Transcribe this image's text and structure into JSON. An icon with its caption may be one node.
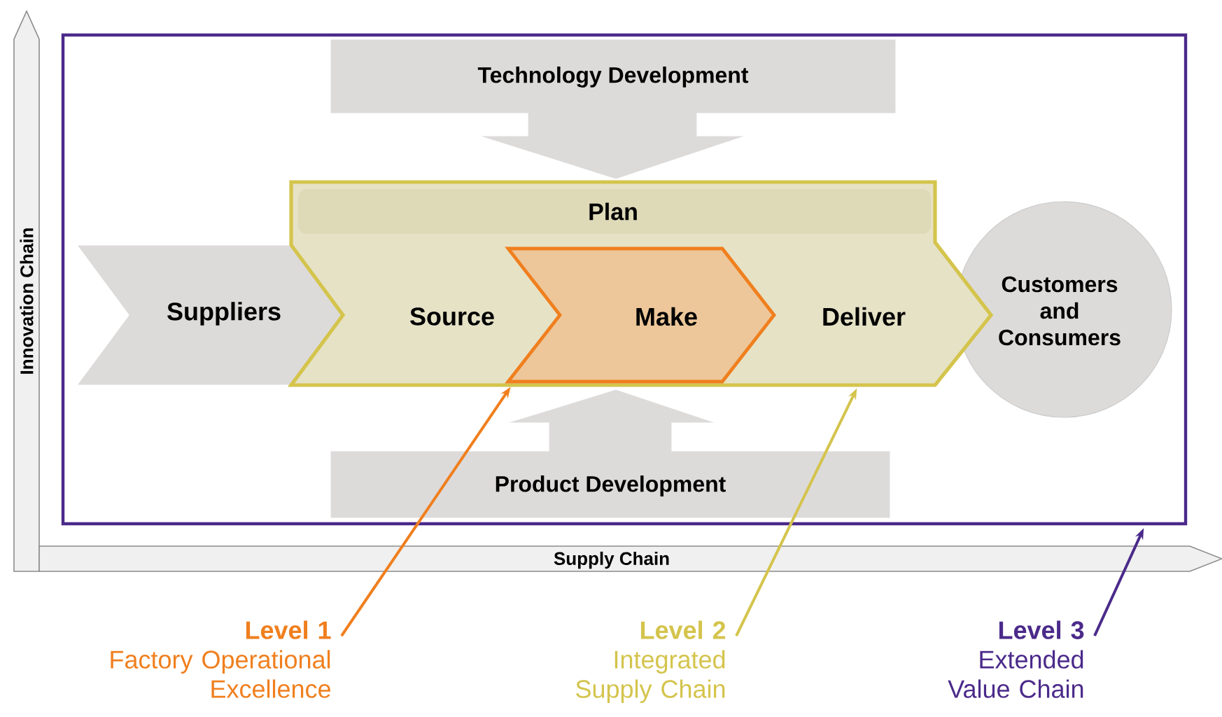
{
  "diagram": {
    "nodes": [
      {
        "text": [],
        "shape": "box"
      },
      {
        "text": [
          "Technology Development"
        ],
        "in": 0
      },
      {
        "text": [],
        "shape": "box",
        "in": 0
      },
      {
        "text": [
          "Plan"
        ],
        "in": 2
      },
      {
        "text": [
          "Suppliers"
        ],
        "in": 0
      },
      {
        "text": [
          "Source"
        ],
        "in": 2
      },
      {
        "text": [
          "Make"
        ],
        "in": 2
      },
      {
        "text": [
          "Deliver"
        ],
        "in": 2
      },
      {
        "text": [
          "Customers and Consumers"
        ],
        "in": 0
      },
      {
        "text": [
          "Product Development"
        ],
        "in": 0
      },
      {
        "text": [
          "Level 1",
          "Factory Operational Excellence"
        ]
      },
      {
        "text": [
          "Level 2",
          "Integrated Supply Chain"
        ]
      },
      {
        "text": [
          "Level 3",
          "Extended Value Chain"
        ]
      }
    ],
    "edges": [
      {
        "from": 10,
        "to": 6,
        "arrow": "to",
        "color": "#f07f1e"
      },
      {
        "from": 11,
        "to": 2,
        "arrow": "to",
        "color": "#d4c44c"
      },
      {
        "from": 12,
        "to": 0,
        "arrow": "to",
        "color": "#4b2a8a"
      }
    ],
    "labels": [
      "Innovation Chain",
      "Supply Chain"
    ]
  }
}
